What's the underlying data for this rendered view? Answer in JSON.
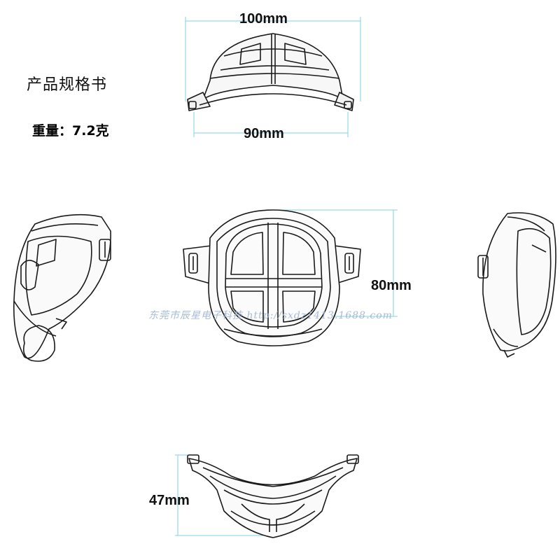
{
  "spec": {
    "title": "产品规格书",
    "weight": "重量：7.2克"
  },
  "dimensions": {
    "top_width": "100mm",
    "bottom_width": "90mm",
    "height": "80mm",
    "depth": "47mm"
  },
  "watermark": "东莞市辰星电子科技 http://sxdz1413.1688.com",
  "colors": {
    "dimension_line": "#7fd3e6",
    "outline": "#1a1a1a"
  }
}
